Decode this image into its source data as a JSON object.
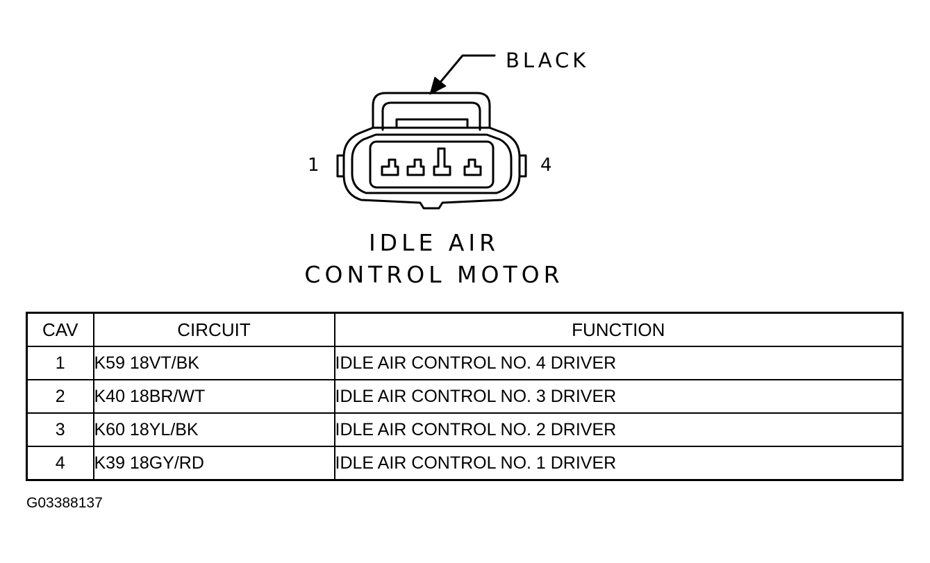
{
  "connector": {
    "color_label": "BLACK",
    "pin_first": "1",
    "pin_last": "4",
    "title_line_1": "IDLE AIR",
    "title_line_2": "CONTROL MOTOR"
  },
  "table": {
    "headers": {
      "cav": "CAV",
      "circuit": "CIRCUIT",
      "function": "FUNCTION"
    },
    "rows": [
      {
        "cav": "1",
        "circuit": "K59 18VT/BK",
        "function": "IDLE AIR CONTROL NO. 4 DRIVER"
      },
      {
        "cav": "2",
        "circuit": "K40 18BR/WT",
        "function": "IDLE AIR CONTROL NO. 3 DRIVER"
      },
      {
        "cav": "3",
        "circuit": "K60 18YL/BK",
        "function": "IDLE AIR CONTROL NO. 2 DRIVER"
      },
      {
        "cav": "4",
        "circuit": "K39 18GY/RD",
        "function": "IDLE AIR CONTROL NO. 1 DRIVER"
      }
    ]
  },
  "figure_id": "G03388137"
}
